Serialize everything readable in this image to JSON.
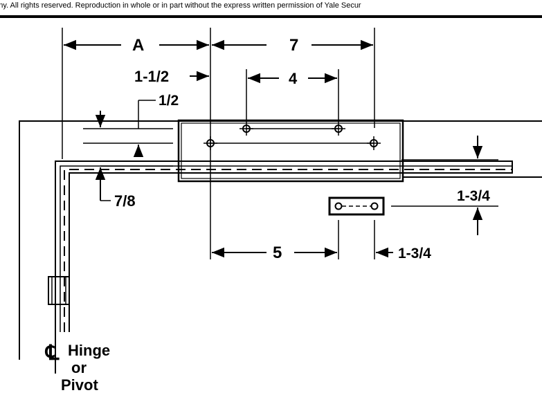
{
  "header": {
    "notice": "pany. All rights reserved. Reproduction in whole or in part without the express written permission of Yale Secur"
  },
  "dimensions": {
    "a": "A",
    "seven": "7",
    "one_half_inner": "1-1/2",
    "four": "4",
    "one_half": "1/2",
    "seven_eighths": "7/8",
    "one_three_quarter_right": "1-3/4",
    "five": "5",
    "one_three_quarter_bottom": "1-3/4"
  },
  "hinge_label": {
    "symbol": "℄",
    "line1": "Hinge",
    "line2": "or",
    "line3": "Pivot"
  }
}
